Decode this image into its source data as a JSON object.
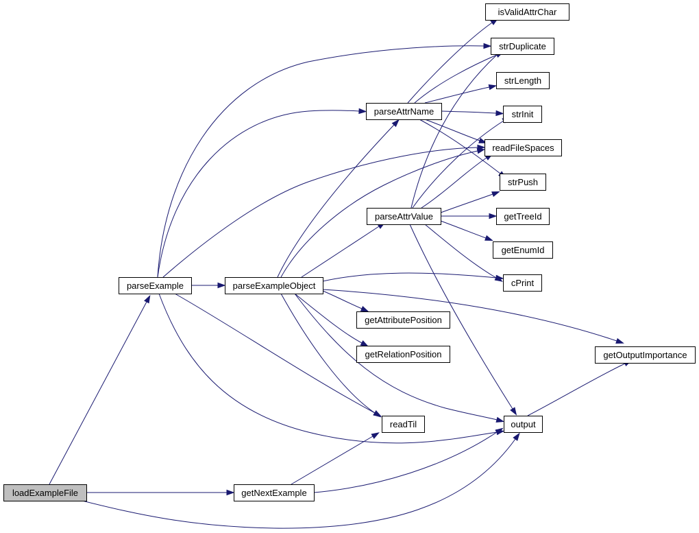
{
  "nodes": [
    {
      "id": "loadExampleFile",
      "label": "loadExampleFile",
      "highlight": true
    },
    {
      "id": "parseExample",
      "label": "parseExample"
    },
    {
      "id": "parseExampleObject",
      "label": "parseExampleObject"
    },
    {
      "id": "getNextExample",
      "label": "getNextExample"
    },
    {
      "id": "parseAttrName",
      "label": "parseAttrName"
    },
    {
      "id": "parseAttrValue",
      "label": "parseAttrValue"
    },
    {
      "id": "getAttributePosition",
      "label": "getAttributePosition"
    },
    {
      "id": "getRelationPosition",
      "label": "getRelationPosition"
    },
    {
      "id": "readTil",
      "label": "readTil"
    },
    {
      "id": "isValidAttrChar",
      "label": "isValidAttrChar"
    },
    {
      "id": "strDuplicate",
      "label": "strDuplicate"
    },
    {
      "id": "strLength",
      "label": "strLength"
    },
    {
      "id": "strInit",
      "label": "strInit"
    },
    {
      "id": "readFileSpaces",
      "label": "readFileSpaces"
    },
    {
      "id": "strPush",
      "label": "strPush"
    },
    {
      "id": "getTreeId",
      "label": "getTreeId"
    },
    {
      "id": "getEnumId",
      "label": "getEnumId"
    },
    {
      "id": "cPrint",
      "label": "cPrint"
    },
    {
      "id": "output",
      "label": "output"
    },
    {
      "id": "getOutputImportance",
      "label": "getOutputImportance"
    }
  ],
  "edges": [
    {
      "from": "loadExampleFile",
      "to": "parseExample"
    },
    {
      "from": "loadExampleFile",
      "to": "getNextExample"
    },
    {
      "from": "loadExampleFile",
      "to": "output"
    },
    {
      "from": "parseExample",
      "to": "parseExampleObject"
    },
    {
      "from": "parseExample",
      "to": "strDuplicate"
    },
    {
      "from": "parseExample",
      "to": "parseAttrName"
    },
    {
      "from": "parseExample",
      "to": "readFileSpaces"
    },
    {
      "from": "parseExample",
      "to": "readTil"
    },
    {
      "from": "parseExample",
      "to": "output"
    },
    {
      "from": "parseExampleObject",
      "to": "parseAttrName"
    },
    {
      "from": "parseExampleObject",
      "to": "readFileSpaces"
    },
    {
      "from": "parseExampleObject",
      "to": "parseAttrValue"
    },
    {
      "from": "parseExampleObject",
      "to": "cPrint"
    },
    {
      "from": "parseExampleObject",
      "to": "getAttributePosition"
    },
    {
      "from": "parseExampleObject",
      "to": "getRelationPosition"
    },
    {
      "from": "parseExampleObject",
      "to": "readTil"
    },
    {
      "from": "parseExampleObject",
      "to": "output"
    },
    {
      "from": "parseExampleObject",
      "to": "getOutputImportance"
    },
    {
      "from": "getNextExample",
      "to": "readTil"
    },
    {
      "from": "getNextExample",
      "to": "output"
    },
    {
      "from": "parseAttrName",
      "to": "isValidAttrChar"
    },
    {
      "from": "parseAttrName",
      "to": "strDuplicate"
    },
    {
      "from": "parseAttrName",
      "to": "strLength"
    },
    {
      "from": "parseAttrName",
      "to": "strInit"
    },
    {
      "from": "parseAttrName",
      "to": "readFileSpaces"
    },
    {
      "from": "parseAttrName",
      "to": "strPush"
    },
    {
      "from": "parseAttrValue",
      "to": "strDuplicate"
    },
    {
      "from": "parseAttrValue",
      "to": "strInit"
    },
    {
      "from": "parseAttrValue",
      "to": "readFileSpaces"
    },
    {
      "from": "parseAttrValue",
      "to": "strPush"
    },
    {
      "from": "parseAttrValue",
      "to": "getTreeId"
    },
    {
      "from": "parseAttrValue",
      "to": "getEnumId"
    },
    {
      "from": "parseAttrValue",
      "to": "cPrint"
    },
    {
      "from": "parseAttrValue",
      "to": "output"
    },
    {
      "from": "output",
      "to": "getOutputImportance"
    }
  ]
}
